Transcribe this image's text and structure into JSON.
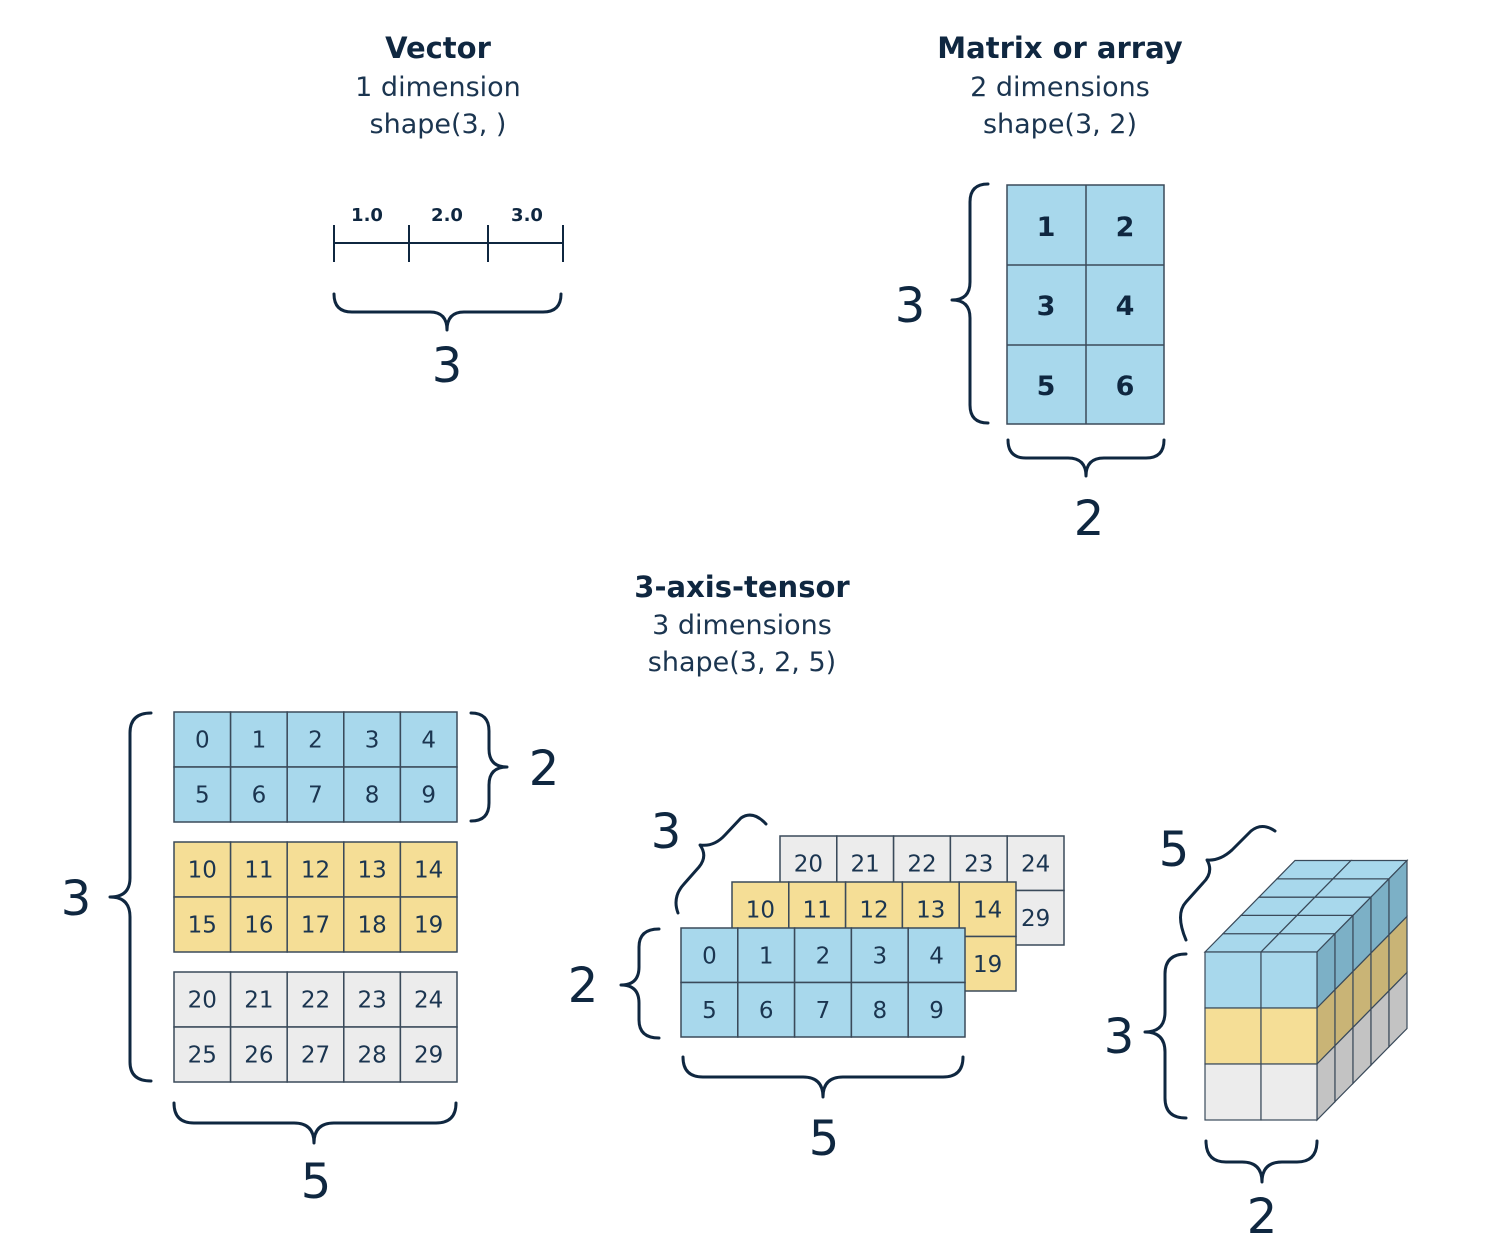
{
  "vector": {
    "title": "Vector",
    "subtitle1": "1 dimension",
    "subtitle2": "shape(3, )",
    "values": [
      "1.0",
      "2.0",
      "3.0"
    ],
    "size_label": "3"
  },
  "matrix": {
    "title": "Matrix or array",
    "subtitle1": "2 dimensions",
    "subtitle2": "shape(3, 2)",
    "cells": [
      [
        "1",
        "2"
      ],
      [
        "3",
        "4"
      ],
      [
        "5",
        "6"
      ]
    ],
    "rows_label": "3",
    "cols_label": "2"
  },
  "tensor": {
    "title": "3-axis-tensor",
    "subtitle1": "3 dimensions",
    "subtitle2": "shape(3, 2, 5)",
    "layers": [
      [
        [
          "0",
          "1",
          "2",
          "3",
          "4"
        ],
        [
          "5",
          "6",
          "7",
          "8",
          "9"
        ]
      ],
      [
        [
          "10",
          "11",
          "12",
          "13",
          "14"
        ],
        [
          "15",
          "16",
          "17",
          "18",
          "19"
        ]
      ],
      [
        [
          "20",
          "21",
          "22",
          "23",
          "24"
        ],
        [
          "25",
          "26",
          "27",
          "28",
          "29"
        ]
      ]
    ],
    "layer_colors": [
      "#a8d8ec",
      "#f5de96",
      "#ececec"
    ],
    "layer_side_colors": [
      "#7cb0c6",
      "#c9b476",
      "#c3c3c3"
    ],
    "flat_labels": {
      "layers": "3",
      "rows": "2",
      "cols": "5"
    },
    "stack_labels": {
      "layers": "3",
      "rows": "2",
      "cols": "5"
    },
    "cube_labels": {
      "depth": "5",
      "height": "3",
      "width": "2"
    }
  },
  "colors": {
    "ink": "#0f2740",
    "matrix_fill": "#a8d8ec",
    "stroke": "#3a4a5a"
  }
}
